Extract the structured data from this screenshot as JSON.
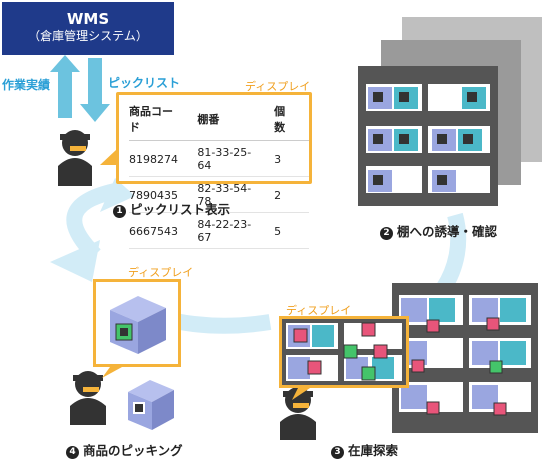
{
  "wms": {
    "title": "WMS",
    "subtitle": "（倉庫管理システム）"
  },
  "arrows": {
    "actual_label": "作業実績",
    "picklist_label": "ピックリスト"
  },
  "display_label": "ディスプレイ",
  "picklist_table": {
    "headers": [
      "商品コード",
      "棚番",
      "個数"
    ],
    "rows": [
      [
        "8198274",
        "81-33-25-64",
        "3"
      ],
      [
        "7890435",
        "82-33-54-78",
        "2"
      ],
      [
        "6667543",
        "84-22-23-67",
        "5"
      ]
    ]
  },
  "steps": [
    {
      "number": "1",
      "label": "ピックリスト表示"
    },
    {
      "number": "2",
      "label": "棚への誘導・確認"
    },
    {
      "number": "3",
      "label": "在庫探索"
    },
    {
      "number": "4",
      "label": "商品のピッキング"
    }
  ],
  "colors": {
    "wms_blue": "#1f3a8a",
    "arrow_blue": "#6cc3df",
    "cycle_blue": "#d2ecf7",
    "display_orange": "#f5b33a",
    "shelf_gray": "#555555",
    "box_lavender": "#9aa6e0",
    "highlight_green": "#44c46a",
    "highlight_pink": "#e8557a"
  }
}
